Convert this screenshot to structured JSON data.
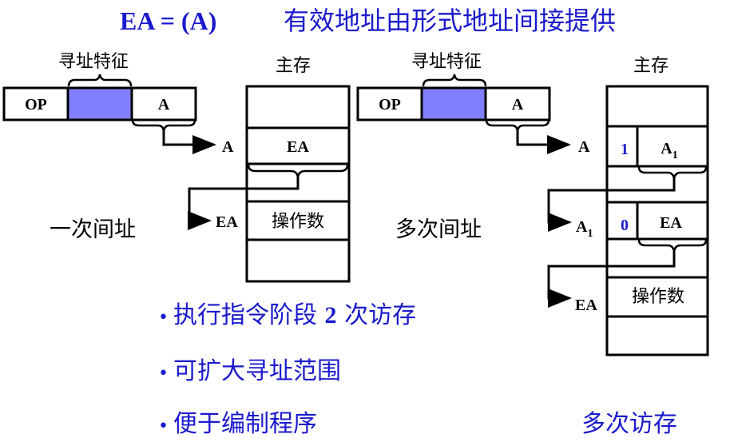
{
  "title": {
    "formula": "EA = (A)",
    "description": "有效地址由形式地址间接提供"
  },
  "colors": {
    "title_text": "#1a1acc",
    "addressing_field": "#8080ff",
    "bullet_text": "#1a1acc"
  },
  "left_diagram": {
    "brace_label": "寻址特征",
    "instruction": {
      "op": "OP",
      "addr": "A"
    },
    "memory_label": "主存",
    "pointer_labels": [
      "A",
      "EA"
    ],
    "cells": [
      "",
      "EA",
      "",
      "操作数",
      ""
    ],
    "caption": "一次间址"
  },
  "right_diagram": {
    "brace_label": "寻址特征",
    "instruction": {
      "op": "OP",
      "addr": "A"
    },
    "memory_label": "主存",
    "pointer_labels": [
      "A",
      "A",
      "1",
      "EA"
    ],
    "cells": [
      {
        "flag": "",
        "value": ""
      },
      {
        "flag": "1",
        "value": "A",
        "sub": "1"
      },
      {
        "flag": "",
        "value": ""
      },
      {
        "flag": "0",
        "value": "EA"
      },
      {
        "flag": "",
        "value": ""
      },
      {
        "flag": "",
        "value": "操作数"
      },
      {
        "flag": "",
        "value": ""
      }
    ],
    "caption": "多次间址",
    "footer": "多次访存"
  },
  "bullets": [
    {
      "text_pre": "执行指令阶段 ",
      "num": "2",
      "text_post": " 次访存"
    },
    {
      "text": "可扩大寻址范围"
    },
    {
      "text": "便于编制程序"
    }
  ],
  "bullet_char": "•"
}
